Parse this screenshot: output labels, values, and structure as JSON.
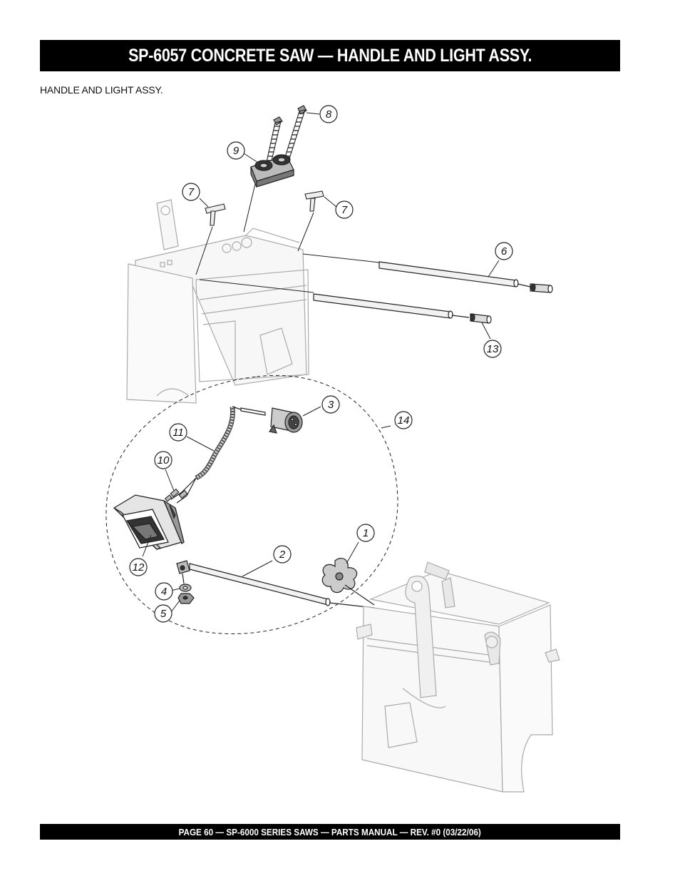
{
  "header": {
    "title": "SP-6057 CONCRETE SAW —  HANDLE AND LIGHT ASSY."
  },
  "section": {
    "label": "HANDLE AND LIGHT ASSY."
  },
  "footer": {
    "text": "PAGE 60 — SP-6000 SERIES SAWS  — PARTS MANUAL — REV. #0 (03/22/06)"
  },
  "callouts": [
    {
      "id": "callout-8",
      "label": "8"
    },
    {
      "id": "callout-9",
      "label": "9"
    },
    {
      "id": "callout-7a",
      "label": "7"
    },
    {
      "id": "callout-7b",
      "label": "7"
    },
    {
      "id": "callout-6",
      "label": "6"
    },
    {
      "id": "callout-13",
      "label": "13"
    },
    {
      "id": "callout-3",
      "label": "3"
    },
    {
      "id": "callout-14",
      "label": "14"
    },
    {
      "id": "callout-11",
      "label": "11"
    },
    {
      "id": "callout-10",
      "label": "10"
    },
    {
      "id": "callout-1",
      "label": "1"
    },
    {
      "id": "callout-2",
      "label": "2"
    },
    {
      "id": "callout-12",
      "label": "12"
    },
    {
      "id": "callout-4",
      "label": "4"
    },
    {
      "id": "callout-5",
      "label": "5"
    }
  ]
}
